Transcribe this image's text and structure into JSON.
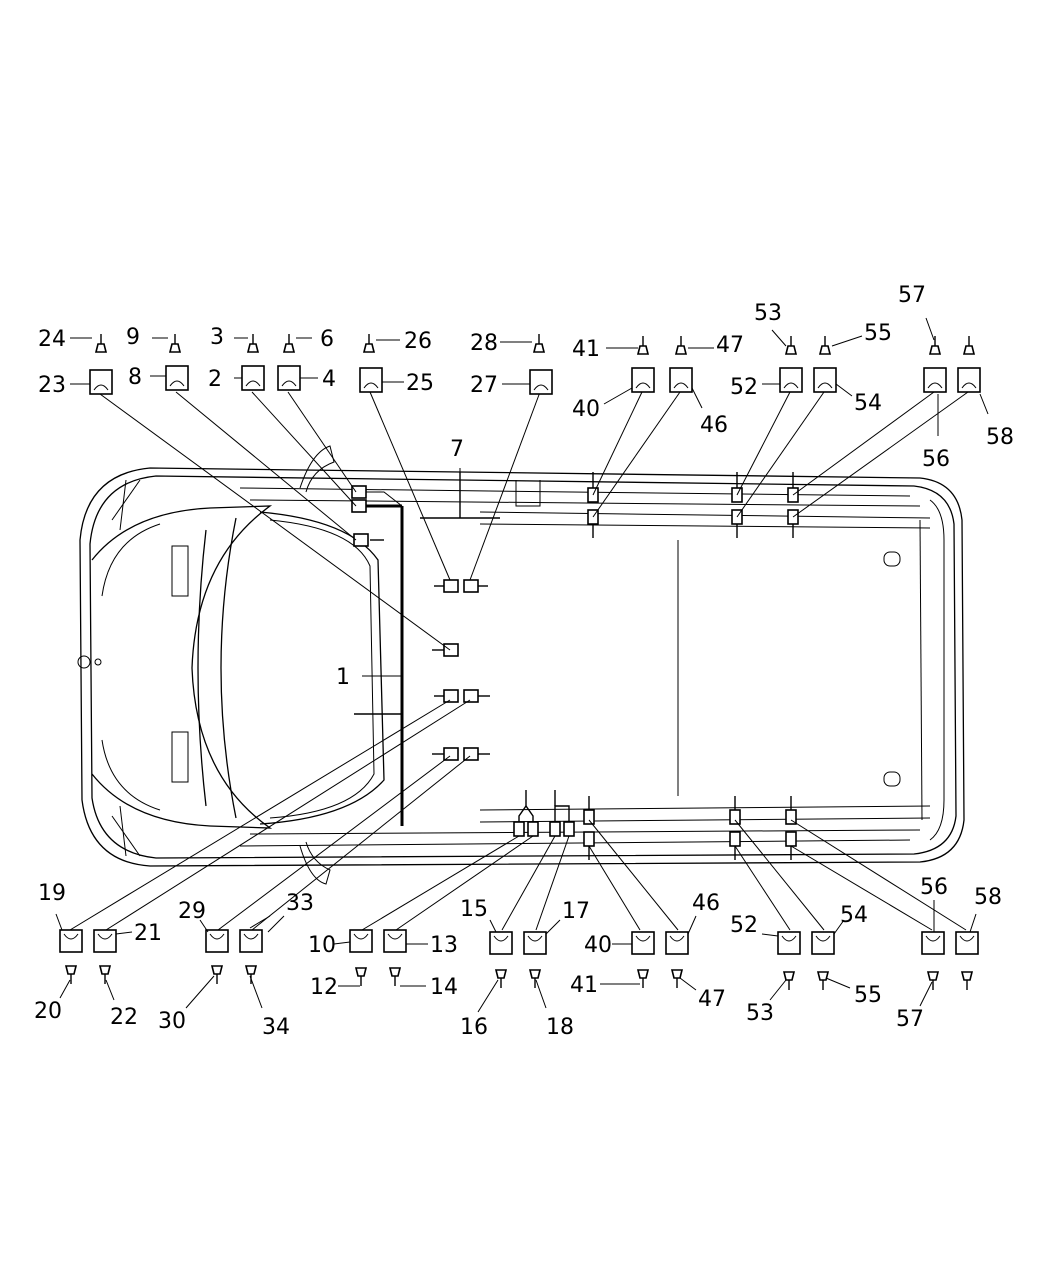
{
  "diagram": {
    "callouts": [
      "1",
      "2",
      "3",
      "4",
      "6",
      "7",
      "8",
      "9",
      "10",
      "12",
      "13",
      "14",
      "15",
      "16",
      "17",
      "18",
      "19",
      "20",
      "21",
      "22",
      "23",
      "24",
      "25",
      "26",
      "27",
      "28",
      "29",
      "30",
      "33",
      "34",
      "40",
      "41",
      "46",
      "47",
      "52",
      "53",
      "54",
      "55",
      "56",
      "57",
      "58"
    ]
  }
}
